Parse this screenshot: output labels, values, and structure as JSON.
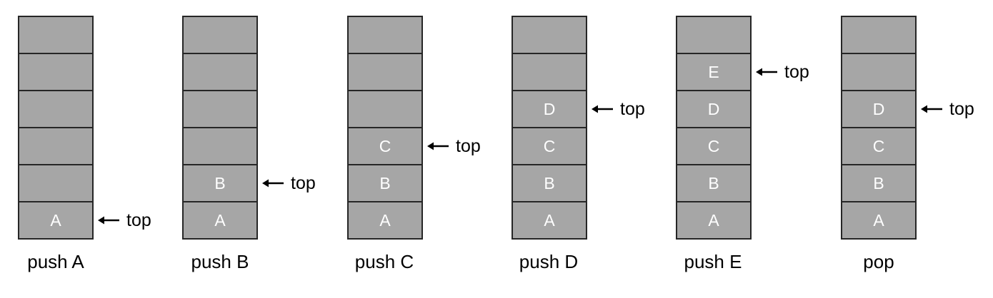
{
  "pointer_label": "top",
  "colors": {
    "cell_fill": "#a6a6a6",
    "cell_border": "#262626",
    "cell_text": "#ffffff",
    "label_text": "#000000"
  },
  "stacks": [
    {
      "caption": "push A",
      "items": [
        "A"
      ],
      "top_index": 0
    },
    {
      "caption": "push B",
      "items": [
        "A",
        "B"
      ],
      "top_index": 1
    },
    {
      "caption": "push C",
      "items": [
        "A",
        "B",
        "C"
      ],
      "top_index": 2
    },
    {
      "caption": "push D",
      "items": [
        "A",
        "B",
        "C",
        "D"
      ],
      "top_index": 3
    },
    {
      "caption": "push E",
      "items": [
        "A",
        "B",
        "C",
        "D",
        "E"
      ],
      "top_index": 4
    },
    {
      "caption": "pop",
      "items": [
        "A",
        "B",
        "C",
        "D"
      ],
      "top_index": 3
    }
  ]
}
